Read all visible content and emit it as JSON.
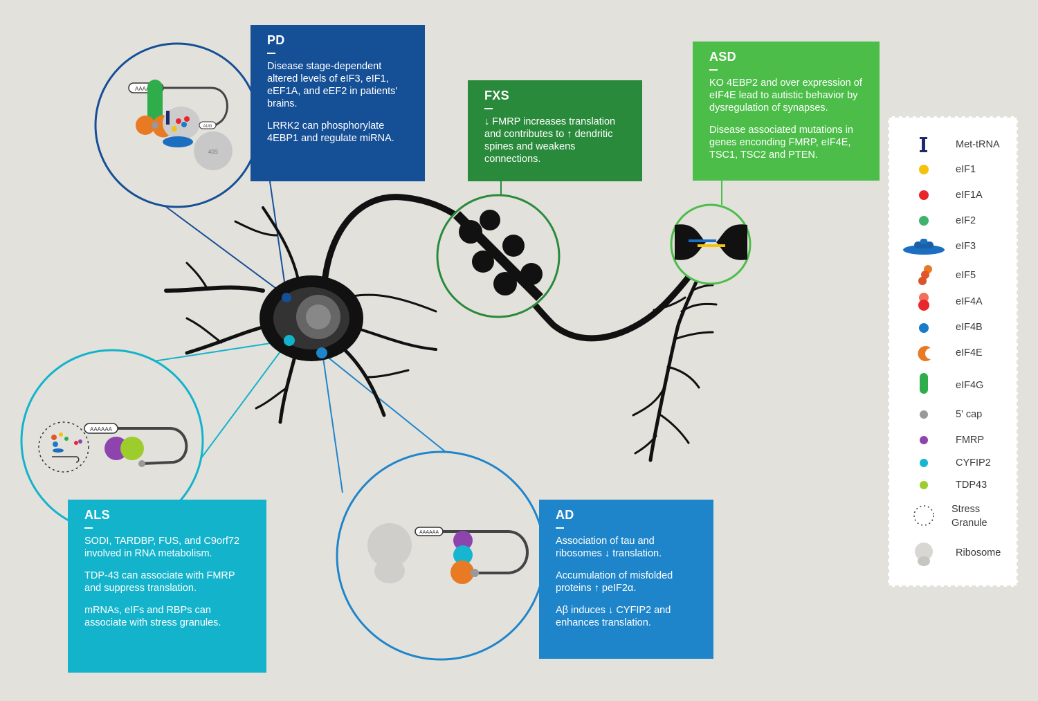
{
  "pd": {
    "title": "PD",
    "p1": "Disease stage-dependent altered levels of eIF3, eIF1, eEF1A, and eEF2 in patients' brains.",
    "p2": "LRRK2 can phosphorylate 4EBP1 and regulate miRNA."
  },
  "fxs": {
    "title": "FXS",
    "p1": "↓ FMRP increases translation and contributes to ↑ dendritic spines and weakens connections."
  },
  "asd": {
    "title": "ASD",
    "p1": "KO 4EBP2 and over  expression of eIF4E lead to autistic behavior by dysregulation of synapses.",
    "p2": "Disease associated mutations in genes enconding FMRP, eIF4E, TSC1, TSC2 and PTEN."
  },
  "als": {
    "title": "ALS",
    "p1": "SODI, TARDBP, FUS, and C9orf72 involved in RNA metabolism.",
    "p2": "TDP-43 can associate with FMRP and suppress translation.",
    "p3": "mRNAs, eIFs and RBPs can associate with stress granules."
  },
  "ad": {
    "title": "AD",
    "p1": "Association of tau and ribosomes ↓ translation.",
    "p2": "Accumulation of misfolded proteins ↑  peIF2α.",
    "p3": "Aβ induces ↓ CYFIP2 and enhances translation."
  },
  "diagram_labels": {
    "polya": "AAAAAA",
    "aug": "AUG",
    "ribosome_40s": "40S"
  },
  "legend": [
    {
      "label": "Met-tRNA",
      "icon": "met-trna-icon",
      "color": "#1d2a6b"
    },
    {
      "label": "eIF1",
      "icon": "eif1-dot-icon",
      "color": "#f4c20d"
    },
    {
      "label": "eIF1A",
      "icon": "eif1a-dot-icon",
      "color": "#e8262b"
    },
    {
      "label": "eIF2",
      "icon": "eif2-dot-icon",
      "color": "#3fb36b"
    },
    {
      "label": "eIF3",
      "icon": "eif3-complex-icon",
      "color": "#1c6fc0"
    },
    {
      "label": "eIF5",
      "icon": "eif5-icon",
      "color": "#e0562a"
    },
    {
      "label": "eIF4A",
      "icon": "eif4a-icon",
      "color": "#e8262b"
    },
    {
      "label": "eIF4B",
      "icon": "eif4b-dot-icon",
      "color": "#1a7cc9"
    },
    {
      "label": "eIF4E",
      "icon": "eif4e-crescent-icon",
      "color": "#e97a24"
    },
    {
      "label": "eIF4G",
      "icon": "eif4g-bar-icon",
      "color": "#2fad4a"
    },
    {
      "label": "5' cap",
      "icon": "cap-dot-icon",
      "color": "#999999"
    },
    {
      "label": "FMRP",
      "icon": "fmrp-dot-icon",
      "color": "#8e44ad"
    },
    {
      "label": "CYFIP2",
      "icon": "cyfip2-dot-icon",
      "color": "#17b6d0"
    },
    {
      "label": "TDP43",
      "icon": "tdp43-dot-icon",
      "color": "#9ccd2c"
    },
    {
      "label": "Stress Granule",
      "icon": "stress-granule-icon",
      "color": "#333333"
    },
    {
      "label": "Ribosome",
      "icon": "ribosome-icon",
      "color": "#cccccc"
    }
  ]
}
